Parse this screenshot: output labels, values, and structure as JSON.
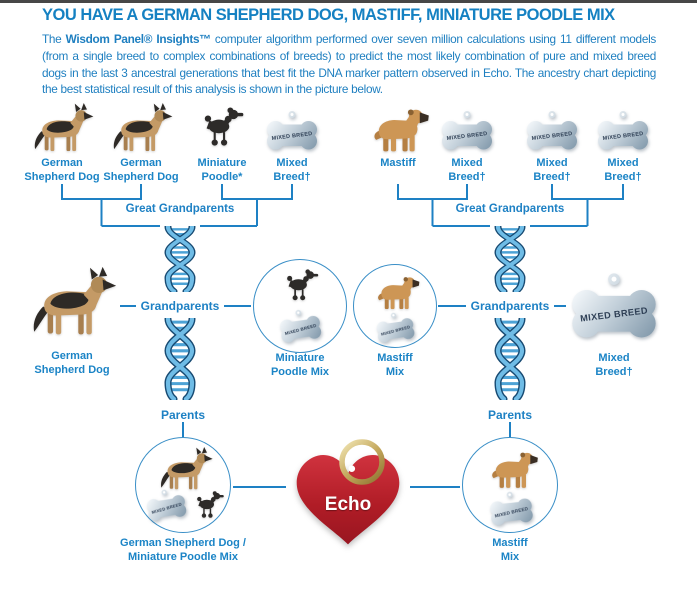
{
  "header": {
    "title": "YOU HAVE A GERMAN SHEPHERD DOG, MASTIFF, MINIATURE POODLE MIX",
    "intro_prefix": "The ",
    "intro_brand": "Wisdom Panel® Insights™",
    "intro_rest": " computer algorithm performed over seven million calculations using 11 different models (from a single breed to complex combinations of breeds) to predict the most likely combination of pure and mixed breed dogs in the last 3 ancestral generations that best fit the DNA marker pattern observed in Echo. The ancestry chart depicting the best statistical result of this analysis is shown in the picture below."
  },
  "chart": {
    "generation_labels": {
      "great_grandparents": "Great Grandparents",
      "grandparents": "Grandparents",
      "parents": "Parents"
    },
    "bone_tag_text": "MIXED BREED",
    "great_grandparents": [
      {
        "label": "German Shepherd Dog",
        "icon": "german-shepherd-photo"
      },
      {
        "label": "German Shepherd Dog",
        "icon": "german-shepherd-photo"
      },
      {
        "label": "Miniature Poodle*",
        "icon": "miniature-poodle-photo"
      },
      {
        "label": "Mixed Breed†",
        "icon": "mixed-breed-bone-tag"
      },
      {
        "label": "Mastiff",
        "icon": "mastiff-photo"
      },
      {
        "label": "Mixed Breed†",
        "icon": "mixed-breed-bone-tag"
      },
      {
        "label": "Mixed Breed†",
        "icon": "mixed-breed-bone-tag"
      },
      {
        "label": "Mixed Breed†",
        "icon": "mixed-breed-bone-tag"
      }
    ],
    "grandparents": [
      {
        "label": "German Shepherd Dog",
        "icon": "german-shepherd-photo"
      },
      {
        "label": "Miniature Poodle Mix",
        "icon": "poodle-with-bone-tag-in-circle"
      },
      {
        "label": "Mastiff Mix",
        "icon": "mastiff-with-bone-tag-in-circle"
      },
      {
        "label": "Mixed Breed†",
        "icon": "mixed-breed-bone-tag"
      }
    ],
    "parents": [
      {
        "label": "German Shepherd Dog / Miniature Poodle Mix",
        "icon": "shepherd-bone-tag-poodle-in-circle"
      },
      {
        "label": "Mastiff Mix",
        "icon": "mastiff-with-bone-tag-in-circle"
      }
    ],
    "subject": {
      "name": "Echo",
      "icon": "red-heart-tag-with-gold-ring"
    }
  },
  "colors": {
    "accent_blue": "#1e81c4",
    "title_blue": "#1581c2",
    "label_blue": "#1b84c6",
    "helix_blue": "#6fbce6",
    "bone_silver": "#b9c7d2",
    "heart_red": "#b71f29",
    "ring_gold": "#c3a75c"
  }
}
